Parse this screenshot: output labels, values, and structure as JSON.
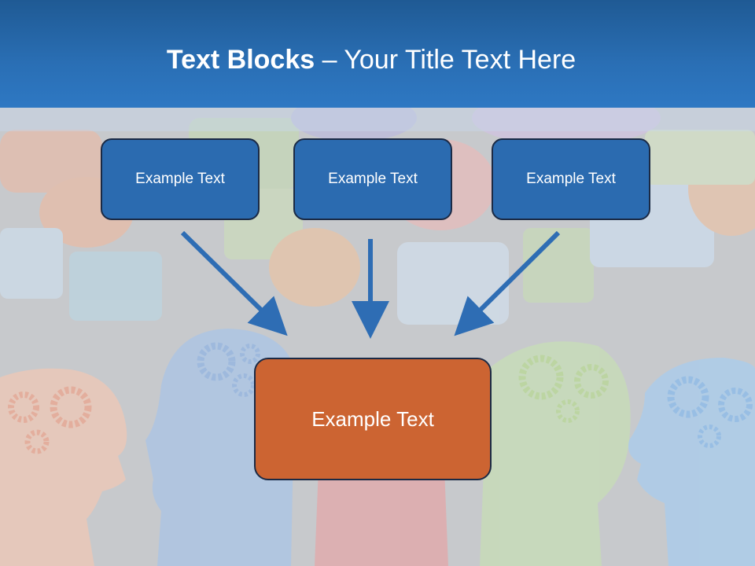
{
  "title": {
    "bold": "Text Blocks",
    "rest": " – Your Title Text Here"
  },
  "boxes": {
    "top": [
      "Example Text",
      "Example Text",
      "Example Text"
    ],
    "bottom": "Example Text"
  },
  "colors": {
    "header": "#2a6fb5",
    "box_blue": "#2b6bb0",
    "box_orange": "#cc6432",
    "arrow": "#2e6db4",
    "arrow_outline": "#1d4f8c"
  }
}
